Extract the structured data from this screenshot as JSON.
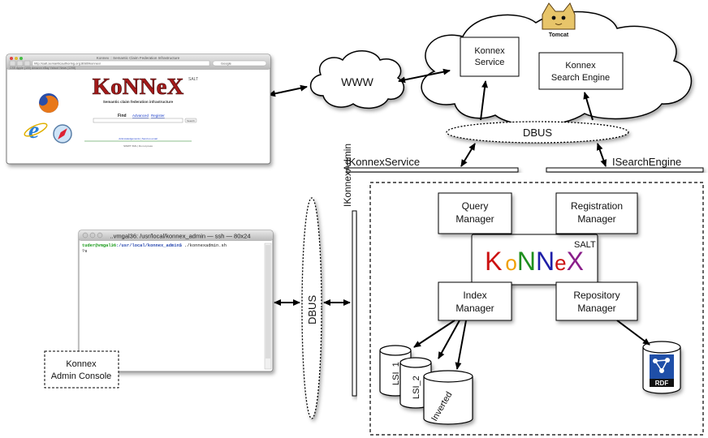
{
  "cloud_top": {
    "konnex_service": [
      "Konnex",
      "Service"
    ],
    "search_engine": [
      "Konnex",
      "Search Engine"
    ],
    "tomcat_label": "Tomcat"
  },
  "www_label": "WWW",
  "dbus_top": "DBUS",
  "dbus_side": "DBUS",
  "interfaces": {
    "service": "IKonnexService",
    "search": "ISearchEngine",
    "admin": "IKonnexAdmin"
  },
  "components": {
    "query": [
      "Query",
      "Manager"
    ],
    "registration": [
      "Registration",
      "Manager"
    ],
    "index": [
      "Index",
      "Manager"
    ],
    "repository": [
      "Repository",
      "Manager"
    ]
  },
  "konnex_logo": {
    "letters": [
      "K",
      "o",
      "N",
      "N",
      "e",
      "X"
    ],
    "colors": [
      "#cc1111",
      "#f0a000",
      "#1f8f1f",
      "#1f1fa8",
      "#cc1111",
      "#8a1f8a"
    ],
    "salt": "SALT"
  },
  "stores": {
    "lsi1": "LSI_1",
    "lsi2": "LSI_2",
    "inverted": "Inverted",
    "rdf": "RDF"
  },
  "admin_console": [
    "Konnex",
    "Admin Console"
  ],
  "browser": {
    "window_title": "Konnex :: Semantic Claim Federation Infrastructure",
    "url": "http://salt.semanticauthoring.org:8080/konnex/",
    "search_placeholder": "Google",
    "bookmarks": "CSS   Apple (100)   Amazon   eBay   Yahoo!   News (1298)",
    "logo": "KoNNeX",
    "salt": "SALT",
    "tagline": "Semantic claim federation infrastructure",
    "find": "Find",
    "advanced": "Advanced",
    "register": "Register",
    "search_button": "Search",
    "footer1": "Acknowledgements  |  Send us email",
    "footer2": "SWWT XML  |  Do not press"
  },
  "terminal": {
    "title": "..vmgal36: /usr/local/konnex_admin — ssh — 80x24",
    "prompt": "tuder@vmgal36",
    "path": ":/usr/local/konnex_admin$",
    "command": " ./konnexadmin.sh",
    "output": "?s"
  }
}
